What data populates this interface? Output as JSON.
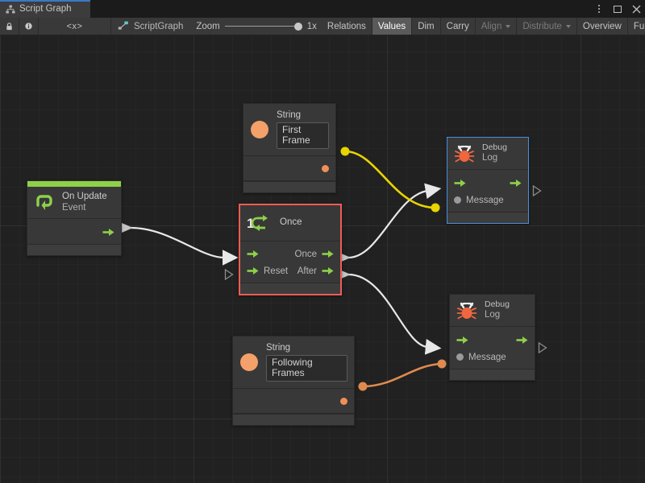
{
  "window": {
    "tab_title": "Script Graph",
    "tab_icon": "graph-icon",
    "controls": {
      "menu": "kebab-icon",
      "maximize": "maximize-icon",
      "close": "close-icon"
    }
  },
  "toolbar": {
    "lock_icon": "lock-icon",
    "info_icon": "info-icon",
    "code_icon": "code-icon",
    "code_label": "<x>",
    "breadcrumb": "ScriptGraph",
    "breadcrumb_icon": "scriptgraph-icon",
    "zoom_label": "Zoom",
    "zoom_value": "1x",
    "zoom_percent": 100,
    "buttons": [
      {
        "label": "Relations",
        "state": "normal"
      },
      {
        "label": "Values",
        "state": "active"
      },
      {
        "label": "Dim",
        "state": "normal"
      },
      {
        "label": "Carry",
        "state": "normal"
      },
      {
        "label": "Align",
        "state": "disabled",
        "caret": true
      },
      {
        "label": "Distribute",
        "state": "disabled",
        "caret": true
      },
      {
        "label": "Overview",
        "state": "normal"
      },
      {
        "label": "Full Screen",
        "state": "normal"
      }
    ]
  },
  "colors": {
    "accent_green": "#8ed04a",
    "selection_blue": "#4a90d9",
    "selection_red": "#f25c54",
    "wire_white": "#e8e8e8",
    "wire_yellow": "#e8d400",
    "wire_orange": "#e08a4f",
    "port_orange": "#f09055",
    "canvas_bg": "#212121",
    "node_bg": "#383838"
  },
  "nodes": {
    "on_update": {
      "title": "On Update",
      "subtitle": "Event",
      "icon": "event-loop-icon",
      "output_port": "flow-out-arrow"
    },
    "string_first": {
      "title": "String",
      "value": "First Frame",
      "icon": "string-value-icon",
      "output_port": "value-out-dot"
    },
    "string_following": {
      "title": "String",
      "value": "Following Frames",
      "icon": "string-value-icon",
      "output_port": "value-out-dot"
    },
    "once": {
      "title": "Once",
      "icon": "once-counter-icon",
      "icon_number": "1",
      "inputs": [
        {
          "label": "",
          "type": "flow"
        },
        {
          "label": "Reset",
          "type": "flow"
        }
      ],
      "outputs": [
        {
          "label": "Once",
          "type": "flow"
        },
        {
          "label": "After",
          "type": "flow"
        }
      ],
      "selected": true
    },
    "debug_log_top": {
      "title": "Debug",
      "subtitle": "Log",
      "icon": "debug-bug-icon",
      "inputs": [
        {
          "label": "",
          "type": "flow"
        },
        {
          "label": "Message",
          "type": "value"
        }
      ],
      "outputs": [
        {
          "label": "",
          "type": "flow"
        }
      ],
      "selected": true
    },
    "debug_log_bottom": {
      "title": "Debug",
      "subtitle": "Log",
      "icon": "debug-bug-icon",
      "inputs": [
        {
          "label": "",
          "type": "flow"
        },
        {
          "label": "Message",
          "type": "value"
        }
      ],
      "outputs": [
        {
          "label": "",
          "type": "flow"
        }
      ],
      "selected": false
    }
  },
  "edges": [
    {
      "from": "on_update.output",
      "to": "once.input",
      "type": "flow",
      "color": "#e8e8e8"
    },
    {
      "from": "once.once_output",
      "to": "debug_log_top.input",
      "type": "flow",
      "color": "#e8e8e8"
    },
    {
      "from": "once.after_output",
      "to": "debug_log_bottom.input",
      "type": "flow",
      "color": "#e8e8e8"
    },
    {
      "from": "string_first.output",
      "to": "debug_log_top.message",
      "type": "value",
      "color": "#e8d400"
    },
    {
      "from": "string_following.output",
      "to": "debug_log_bottom.message",
      "type": "value",
      "color": "#e08a4f"
    }
  ]
}
